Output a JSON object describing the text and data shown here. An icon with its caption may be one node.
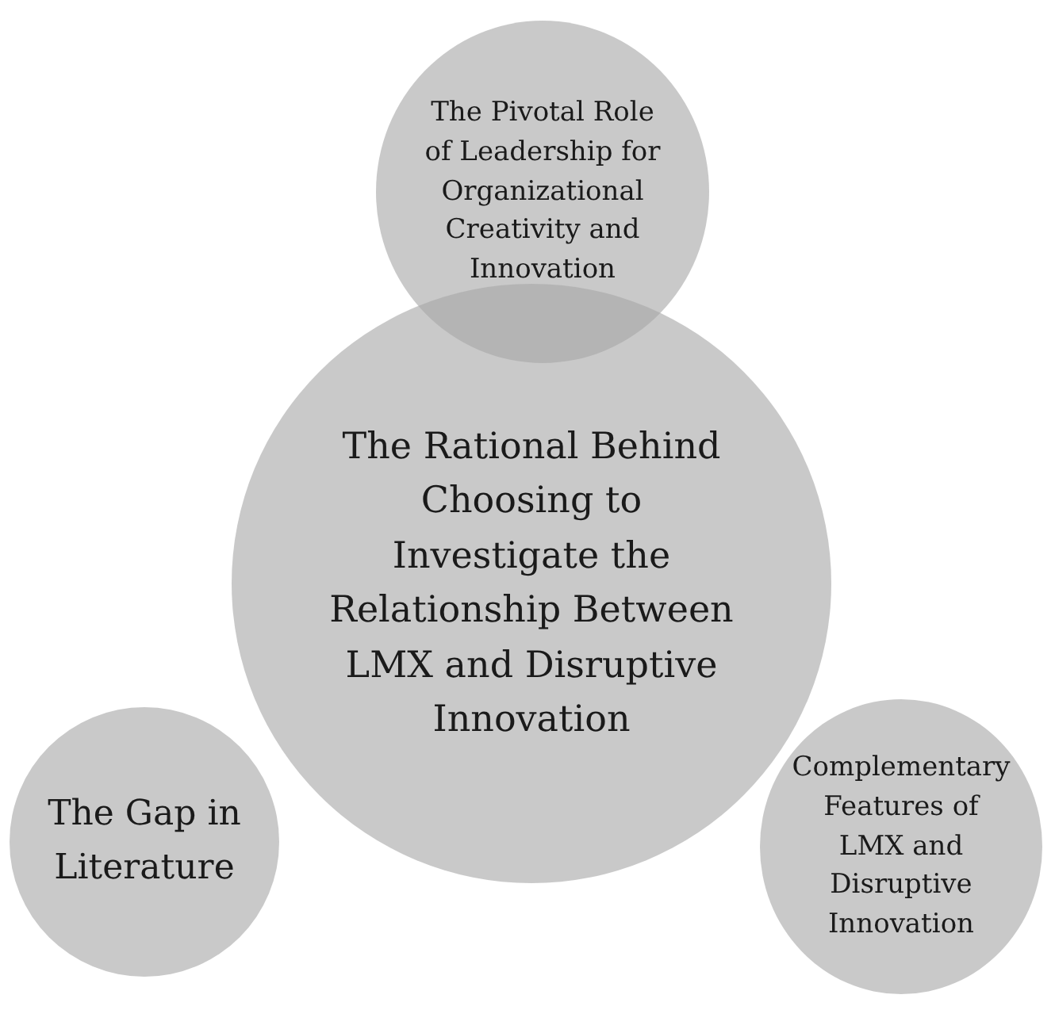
{
  "diagram": {
    "nodes": [
      {
        "text": [
          "The Pivotal Role of Leadership for Organizational Creativity and Innovation"
        ]
      },
      {
        "text": [
          "The Rational Behind Choosing to Investigate the Relationship Between LMX and Disruptive Innovation"
        ]
      },
      {
        "text": [
          "The Gap in Literature"
        ]
      },
      {
        "text": [
          "Complementary Features of LMX and Disruptive Innovation"
        ]
      }
    ]
  }
}
